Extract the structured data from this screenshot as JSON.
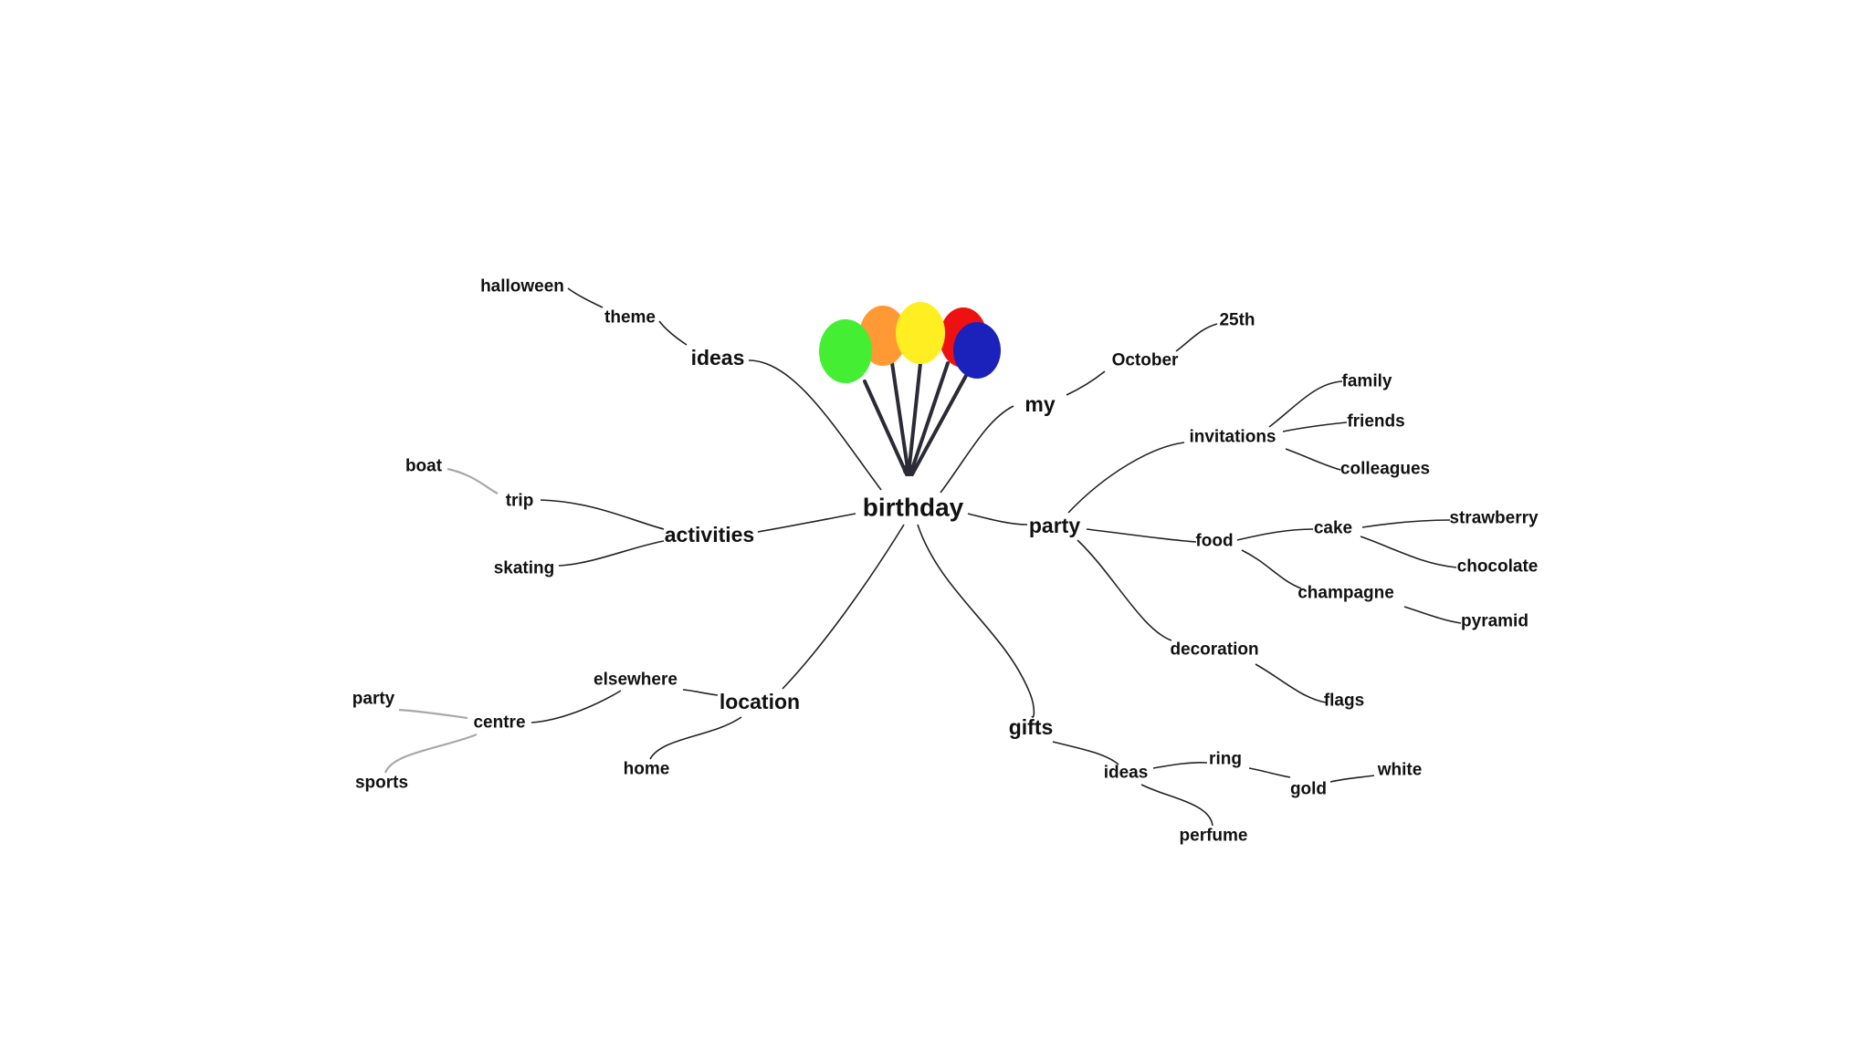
{
  "map": {
    "root": {
      "label": "birthday"
    },
    "branches": {
      "ideas": {
        "label": "ideas",
        "theme": "theme",
        "halloween": "halloween"
      },
      "activities": {
        "label": "activities",
        "trip": "trip",
        "boat": "boat",
        "skating": "skating"
      },
      "location": {
        "label": "location",
        "elsewhere": "elsewhere",
        "centre": "centre",
        "party": "party",
        "sports": "sports",
        "home": "home"
      },
      "gifts": {
        "label": "gifts",
        "ideas": "ideas",
        "ring": "ring",
        "gold": "gold",
        "white": "white",
        "perfume": "perfume"
      },
      "my": {
        "label": "my",
        "october": "October",
        "day": "25th"
      },
      "party": {
        "label": "party",
        "invitations": "invitations",
        "family": "family",
        "friends": "friends",
        "colleagues": "colleagues",
        "food": "food",
        "cake": "cake",
        "strawberry": "strawberry",
        "chocolate": "chocolate",
        "champagne": "champagne",
        "pyramid": "pyramid",
        "decoration": "decoration",
        "flags": "flags"
      }
    },
    "balloon_colors": [
      "#44ee33",
      "#ff9933",
      "#ffee22",
      "#ee1111",
      "#1a22bb"
    ],
    "link_color": "#222222",
    "muted_link_color": "#a8a8a8"
  }
}
